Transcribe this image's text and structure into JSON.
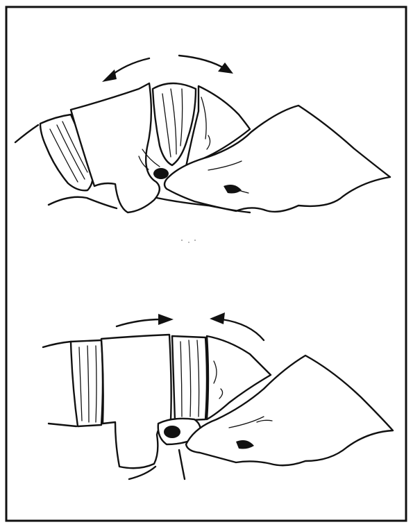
{
  "figure": {
    "panels": [
      {
        "id": "top",
        "motion": "flexion-apart"
      },
      {
        "id": "bottom",
        "motion": "extension-together"
      }
    ],
    "colors": {
      "ink": "#111111",
      "paper": "#ffffff",
      "border": "#111111"
    }
  }
}
